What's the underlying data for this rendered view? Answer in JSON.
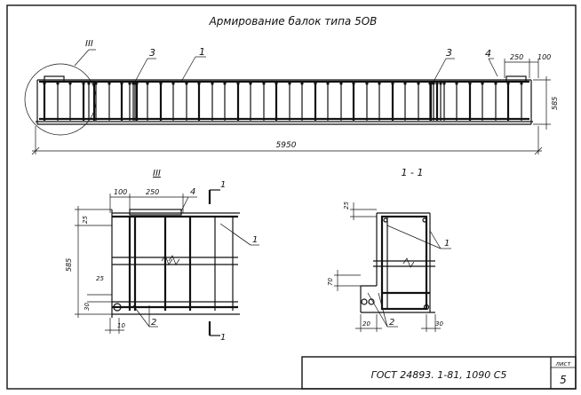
{
  "title": "Армирование балок типа 5ОВ",
  "main_view": {
    "callout_detail": "III",
    "callout_1": "1",
    "callout_3a": "3",
    "callout_3b": "3",
    "callout_4": "4",
    "dim_250": "250",
    "dim_100": "100",
    "dim_585": "585",
    "dim_5950": "5950"
  },
  "detail_view": {
    "title": "III",
    "dim_100": "100",
    "dim_250": "250",
    "callout_4": "4",
    "section_mark_top": "1",
    "section_mark_bottom": "1",
    "dim_25a": "25",
    "dim_585": "585",
    "dim_25b": "25",
    "dim_30": "30",
    "dim_10": "10",
    "callout_1": "1",
    "callout_2": "2"
  },
  "section_view": {
    "title": "1 - 1",
    "dim_25": "25",
    "dim_70": "70",
    "dim_20": "20",
    "dim_30": "30",
    "callout_1": "1",
    "callout_2": "2"
  },
  "title_block": {
    "code": "ГОСТ 24893. 1-81, 1090 С5",
    "sheet_label": "лист",
    "sheet_number": "5"
  }
}
